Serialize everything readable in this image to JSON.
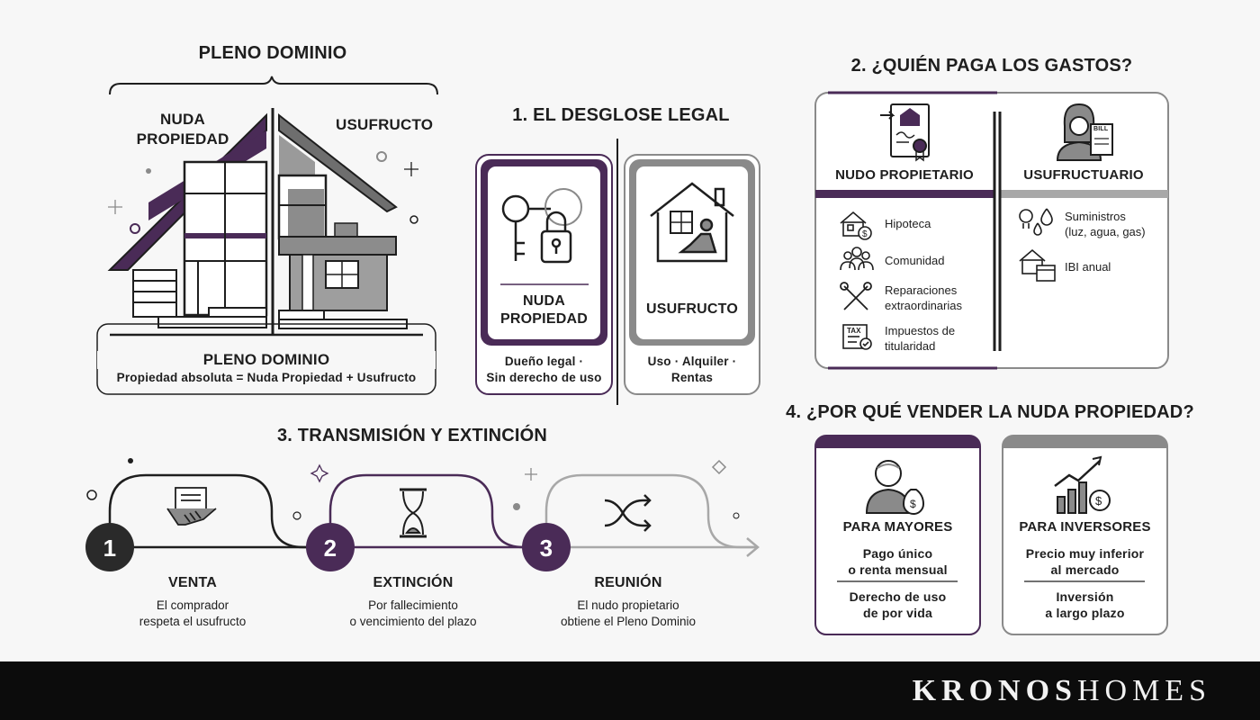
{
  "section_pleno": {
    "top_title": "PLENO DOMINIO",
    "left_label": "NUDA\nPROPIEDAD",
    "right_label": "USUFRUCTO",
    "box_title": "PLENO DOMINIO",
    "box_subtitle": "Propiedad absoluta = Nuda Propiedad + Usufructo"
  },
  "section1": {
    "title": "1. EL DESGLOSE LEGAL",
    "card_left": {
      "title": "NUDA\nPROPIEDAD",
      "desc": "Dueño legal ·\nSin derecho de uso"
    },
    "card_right": {
      "title": "USUFRUCTO",
      "desc": "Uso · Alquiler ·\nRentas"
    }
  },
  "section2": {
    "title": "2. ¿QUIÉN PAGA LOS GASTOS?",
    "left_header": "NUDO PROPIETARIO",
    "right_header": "USUFRUCTUARIO",
    "bill_label": "BILL",
    "left_items": [
      {
        "icon": "house-dollar-icon",
        "label": "Hipoteca"
      },
      {
        "icon": "people-icon",
        "label": "Comunidad"
      },
      {
        "icon": "tools-icon",
        "label": "Reparaciones\nextraordinarias"
      },
      {
        "icon": "tax-icon",
        "label": "Impuestos de\ntitularidad"
      }
    ],
    "right_items": [
      {
        "icon": "utilities-icon",
        "label": "Suministros\n(luz, agua, gas)"
      },
      {
        "icon": "house-calendar-icon",
        "label": "IBI anual"
      }
    ],
    "tax_label": "TAX"
  },
  "section3": {
    "title": "3. TRANSMISIÓN Y EXTINCIÓN",
    "steps": [
      {
        "num": "1",
        "title": "VENTA",
        "desc": "El comprador\nrespeta el usufructo"
      },
      {
        "num": "2",
        "title": "EXTINCIÓN",
        "desc": "Por fallecimiento\no vencimiento del plazo"
      },
      {
        "num": "3",
        "title": "REUNIÓN",
        "desc": "El nudo propietario\nobtiene el Pleno Dominio"
      }
    ]
  },
  "section4": {
    "title": "4. ¿POR QUÉ VENDER LA NUDA PROPIEDAD?",
    "card_left": {
      "title": "PARA MAYORES",
      "line1": "Pago único\no renta mensual",
      "line2": "Derecho de uso\nde por vida"
    },
    "card_right": {
      "title": "PARA INVERSORES",
      "line1": "Precio muy inferior\nal mercado",
      "line2": "Inversión\na largo plazo"
    }
  },
  "footer": {
    "brand_bold": "KRONOS",
    "brand_light": "HOMES"
  },
  "colors": {
    "purple": "#4a2b57",
    "gray": "#8a8a8a",
    "dark": "#1e1e1e",
    "light_gray": "#bdbdbd"
  }
}
